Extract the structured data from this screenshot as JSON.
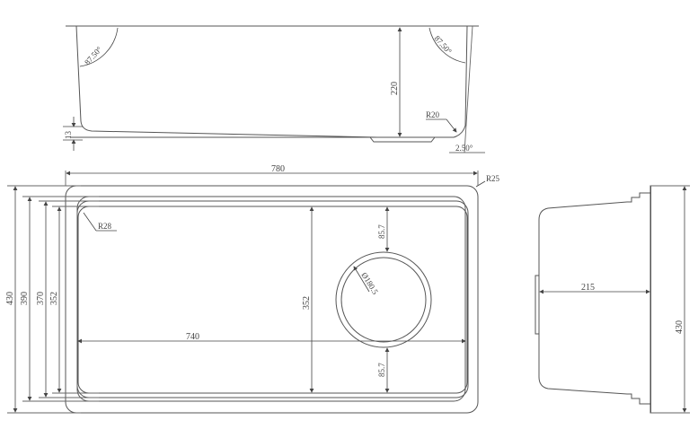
{
  "drawing": {
    "type": "sink technical drawing",
    "views": {
      "front_section": {
        "angle_left": "87.50°",
        "angle_right": "87.50°",
        "depth": "220",
        "bottom_radius": "R20",
        "thickness": "13",
        "side_slope": "2.50°"
      },
      "plan": {
        "overall_length": "780",
        "bowl_length": "740",
        "corner_radius_outer": "R25",
        "corner_radius_inner": "R28",
        "height_430": "430",
        "height_390": "390",
        "height_370": "370",
        "height_352": "352",
        "bowl_height": "352",
        "drain_top_offset": "85.7",
        "drain_bottom_offset": "85.7",
        "drain_diameter": "Ø180.5"
      },
      "side": {
        "depth": "215",
        "width": "430"
      }
    }
  }
}
